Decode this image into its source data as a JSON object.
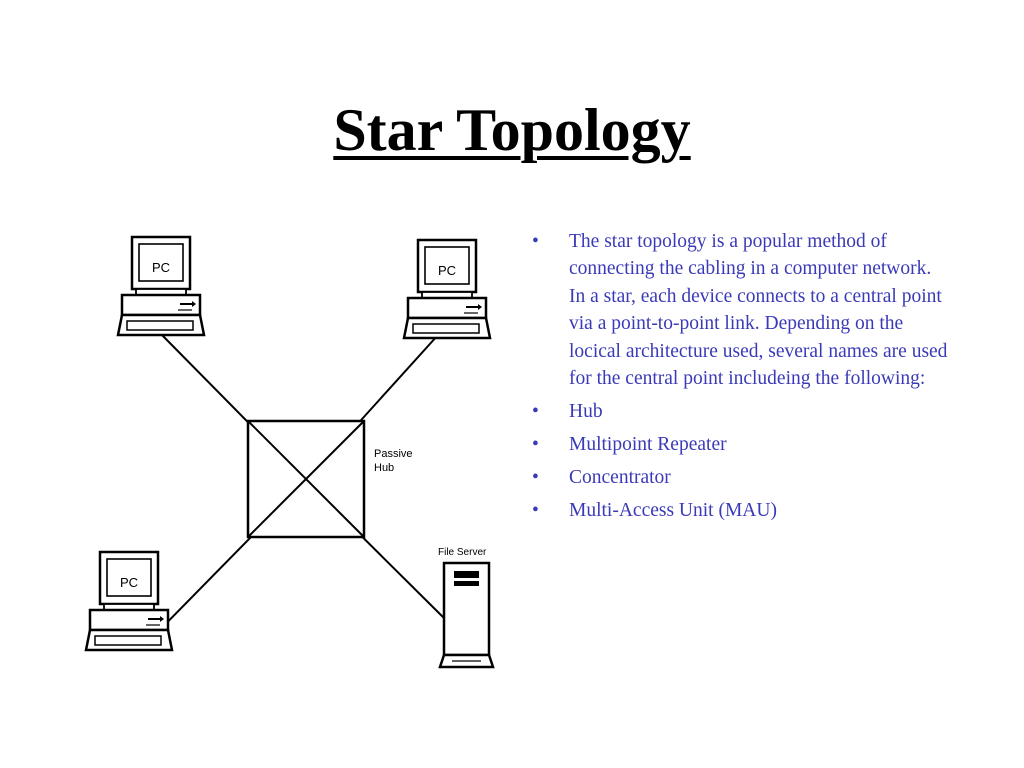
{
  "title": "Star Topology",
  "colors": {
    "title": "#000000",
    "body_text": "#3a3ab8",
    "diagram_ink": "#000000"
  },
  "diagram": {
    "pcs": [
      {
        "label": "PC"
      },
      {
        "label": "PC"
      },
      {
        "label": "PC"
      }
    ],
    "hub": {
      "label_line1": "Passive",
      "label_line2": "Hub"
    },
    "server": {
      "label": "File Server"
    }
  },
  "bullets": [
    {
      "text": "The star topology is a popular method of connecting the cabling in a computer network. In a star, each device connects to a central point via a point-to-point link. Depending on the locical architecture used, several names are used for the central point includeing the following:"
    },
    {
      "text": "Hub"
    },
    {
      "text": "Multipoint Repeater"
    },
    {
      "text": "Concentrator"
    },
    {
      "text": "Multi-Access Unit (MAU)"
    }
  ],
  "bullet_symbol": "•"
}
